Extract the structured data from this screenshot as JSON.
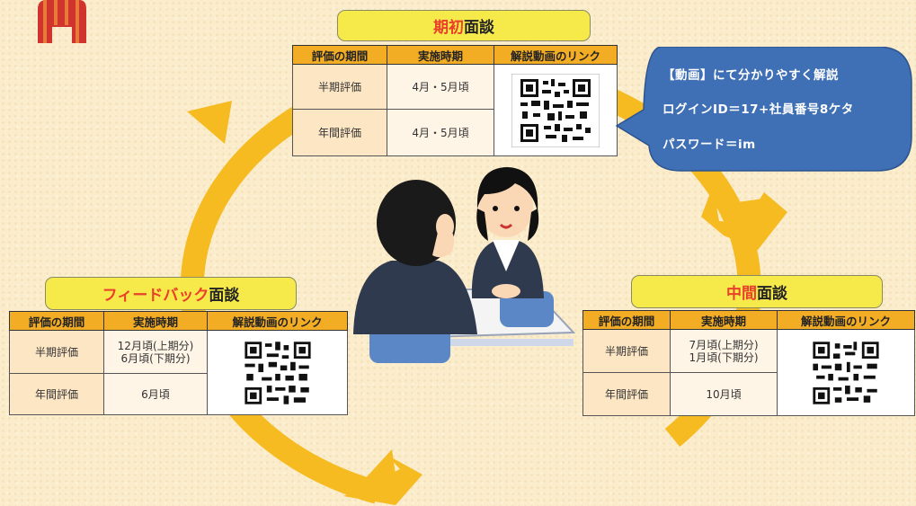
{
  "colors": {
    "background": "#fbeccb",
    "cycle_arrow": "#f6bb21",
    "title_fill": "#f6ea4b",
    "title_highlight": "#e8402a",
    "table_header": "#f3ad24",
    "speech_bubble": "#3f6fb5"
  },
  "columns": [
    "評価の期間",
    "実施時期",
    "解説動画のリンク"
  ],
  "stages": {
    "kisho": {
      "title_highlight": "期初",
      "title_suffix": "面談",
      "rows": [
        {
          "period": "半期評価",
          "timing": "4月・5月頃",
          "timing2": ""
        },
        {
          "period": "年間評価",
          "timing": "4月・5月頃",
          "timing2": ""
        }
      ]
    },
    "chukan": {
      "title_highlight": "中間",
      "title_suffix": "面談",
      "rows": [
        {
          "period": "半期評価",
          "timing": "7月頃(上期分)",
          "timing2": "1月頃(下期分)"
        },
        {
          "period": "年間評価",
          "timing": "10月頃",
          "timing2": ""
        }
      ]
    },
    "feedback": {
      "title_highlight": "フィードバック",
      "title_suffix": "面談",
      "rows": [
        {
          "period": "半期評価",
          "timing": "12月頃(上期分)",
          "timing2": "6月頃(下期分)"
        },
        {
          "period": "年間評価",
          "timing": "6月頃",
          "timing2": ""
        }
      ]
    }
  },
  "bubble": {
    "line1": "【動画】にて分かりやすく解説",
    "line2": "ログインID＝17+社員番号8ケタ",
    "line3": "パスワード＝im"
  },
  "icons": {
    "logo": "red-striped-logo-icon",
    "illustration": "two-people-meeting-illustration",
    "qr": "qr-code-icon"
  }
}
